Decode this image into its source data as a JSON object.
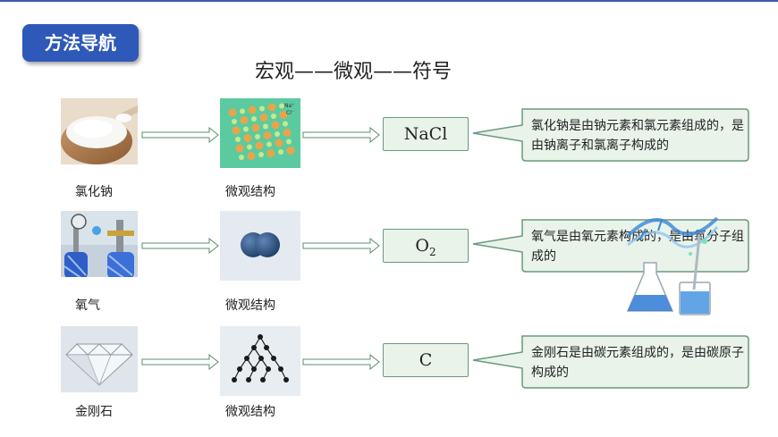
{
  "badge": "方法导航",
  "title": "宏观——微观——符号",
  "rows": [
    {
      "label": "氯化钠",
      "micro_label": "微观结构",
      "formula": "NaCl",
      "desc": "氯化钠是由钠元素和氯元素组成的，是由钠离子和氯离子构成的"
    },
    {
      "label": "氧气",
      "micro_label": "微观结构",
      "formula_main": "O",
      "formula_sub": "2",
      "desc": "氧气是由氧元素构成的，是由氧分子组成的"
    },
    {
      "label": "金刚石",
      "micro_label": "微观结构",
      "formula": "C",
      "desc": "金刚石是由碳元素组成的，是由碳原子构成的"
    }
  ],
  "crystal_legend": [
    "Na⁺",
    "Cl⁻"
  ],
  "colors": {
    "badge": "#2e59b8",
    "callout_fill": "#e9f3ea",
    "callout_border": "#6a9a7c",
    "arrow_fill": "#ffffff",
    "arrow_border": "#5b8e6e"
  }
}
